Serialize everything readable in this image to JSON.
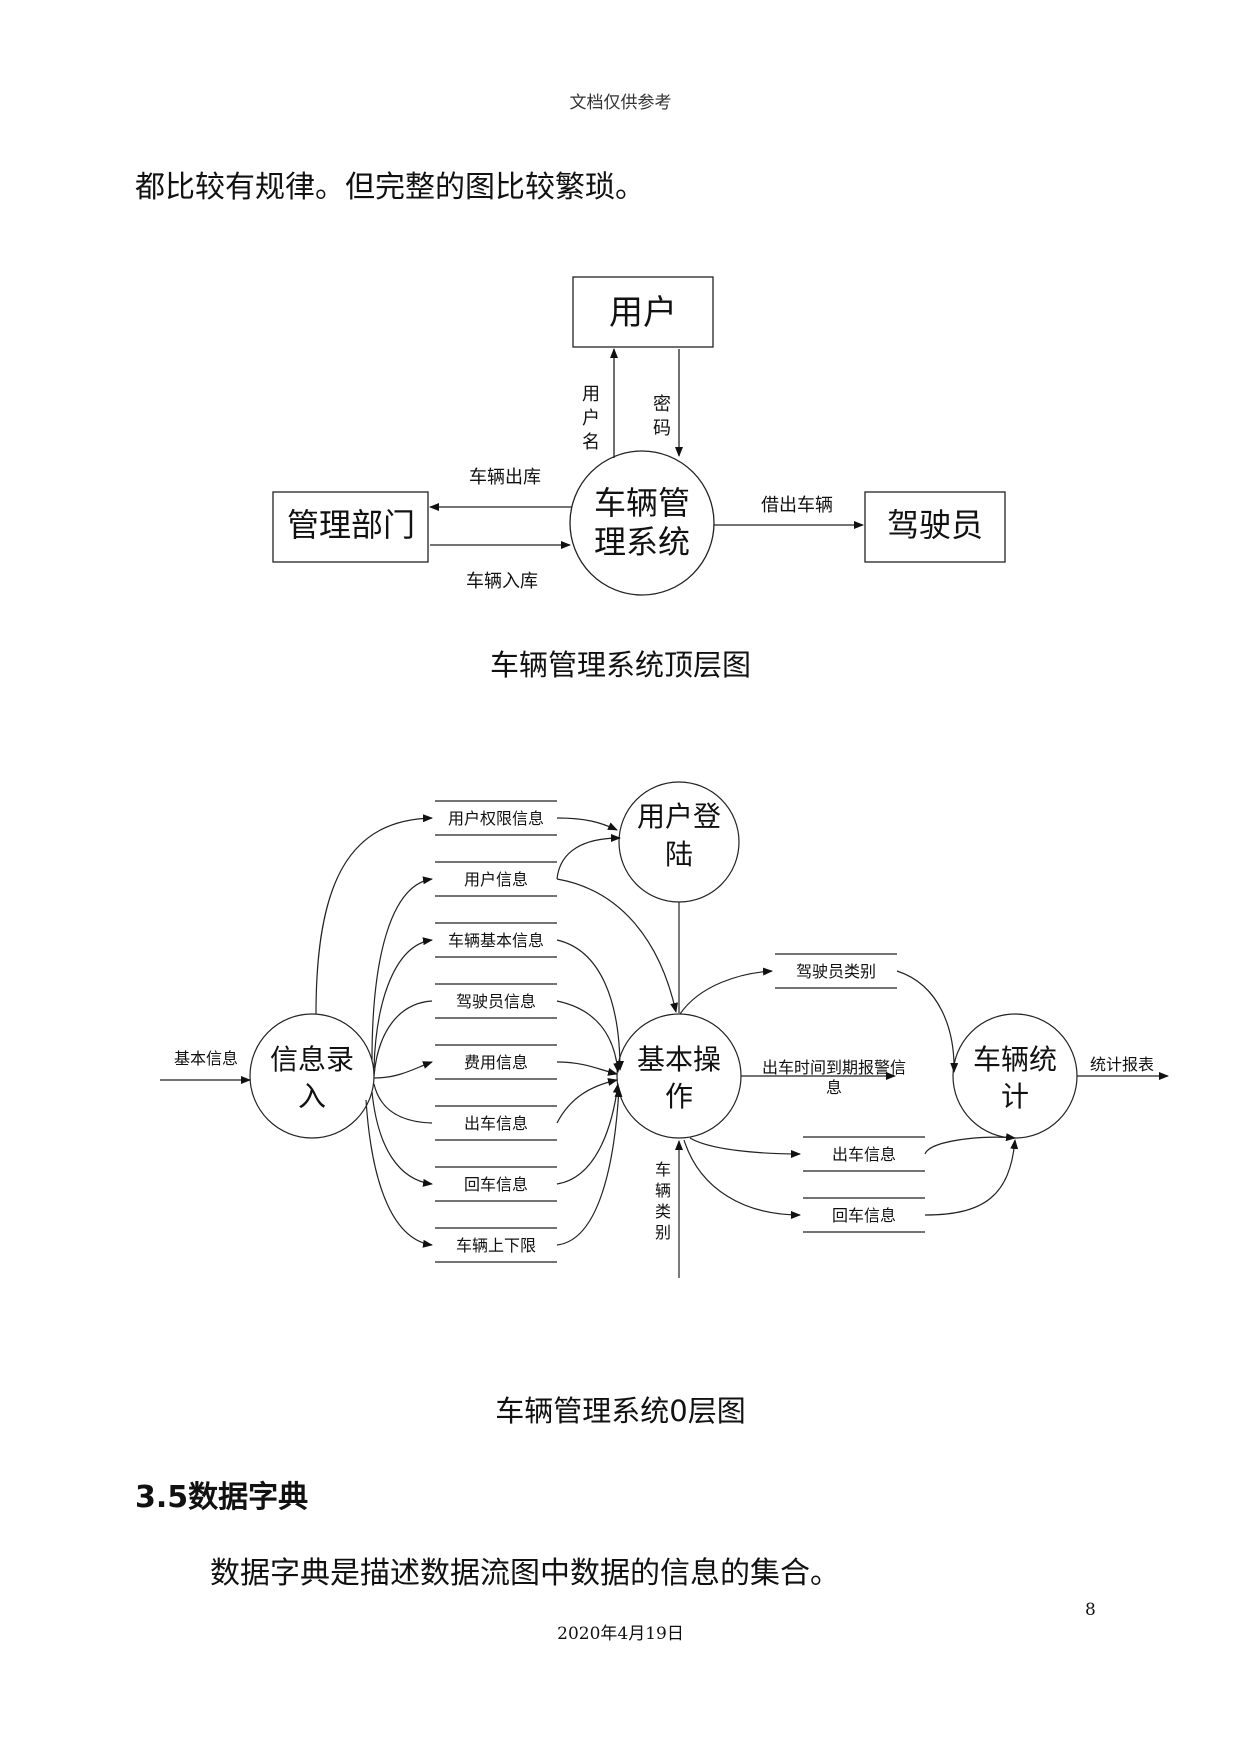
{
  "header": "文档仅供参考",
  "intro_line": "都比较有规律。但完整的图比较繁琐。",
  "diagram1": {
    "caption": "车辆管理系统顶层图",
    "nodes": {
      "user": "用户",
      "mgmt_dept": "管理部门",
      "driver": "驾驶员",
      "system_l1": "车辆管",
      "system_l2": "理系统"
    },
    "flows": {
      "username": [
        "用",
        "户",
        "名"
      ],
      "password": [
        "密",
        "码"
      ],
      "out": "车辆出库",
      "in": "车辆入库",
      "lend": "借出车辆"
    }
  },
  "diagram2": {
    "caption": "车辆管理系统0层图",
    "processes": {
      "login_l1": "用户登",
      "login_l2": "陆",
      "entry_l1": "信息录",
      "entry_l2": "入",
      "basic_l1": "基本操",
      "basic_l2": "作",
      "stats_l1": "车辆统",
      "stats_l2": "计"
    },
    "stores": {
      "perm": "用户权限信息",
      "userinfo": "用户信息",
      "vehicle_basic": "车辆基本信息",
      "driver_info": "驾驶员信息",
      "fee": "费用信息",
      "out": "出车信息",
      "back": "回车信息",
      "limits": "车辆上下限",
      "driver_type": "驾驶员类别",
      "out2": "出车信息",
      "back2": "回车信息"
    },
    "flows": {
      "basic_info": "基本信息",
      "alarm_l1": "出车时间到期报警信",
      "alarm_l2": "息",
      "report": "统计报表",
      "vtype": [
        "车",
        "辆",
        "类",
        "别"
      ]
    }
  },
  "section_title": "3.5数据字典",
  "section_text": "数据字典是描述数据流图中数据的信息的集合。",
  "page_number": "8",
  "footer_date": "2020年4月19日"
}
